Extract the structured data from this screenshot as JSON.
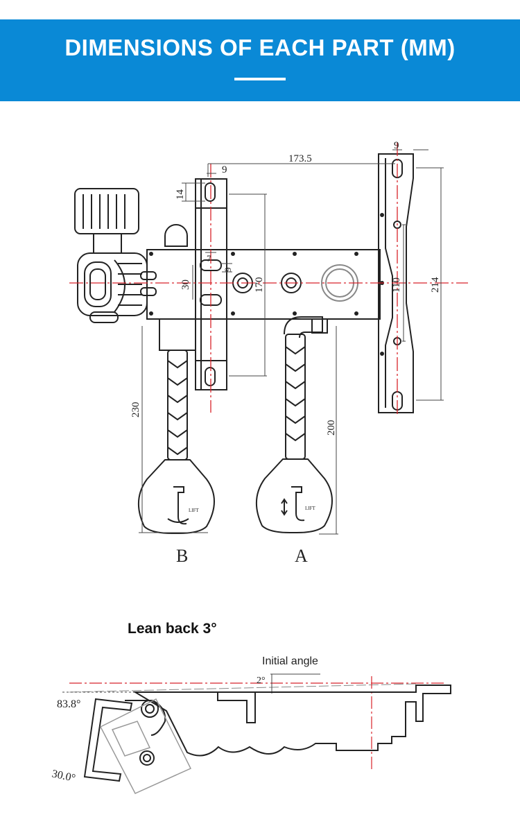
{
  "header": {
    "title": "DIMENSIONS OF EACH PART (MM)"
  },
  "colors": {
    "banner": "#0a89d6",
    "line": "#222222",
    "dim": "#444444",
    "center": "#d8232a"
  },
  "top_drawing": {
    "dimensions": {
      "width_top": "173.5",
      "slot_left": "9",
      "slot_right": "9",
      "slot_height": "14",
      "slot_small_h": "7",
      "slot_small_w": "9",
      "slot_spacing": "30",
      "height_mid": "170",
      "height_right_inner": "110",
      "height_right_outer": "214",
      "lever_b_len": "230",
      "lever_a_len": "200"
    },
    "lever_labels": {
      "b": "B",
      "a": "A"
    },
    "lift_text": "LIFT"
  },
  "bottom_drawing": {
    "title": "Lean back 3°",
    "initial_angle_label": "Initial angle",
    "angle_small": "2°",
    "angle_top": "83.8°",
    "angle_bottom": "30.0°"
  }
}
